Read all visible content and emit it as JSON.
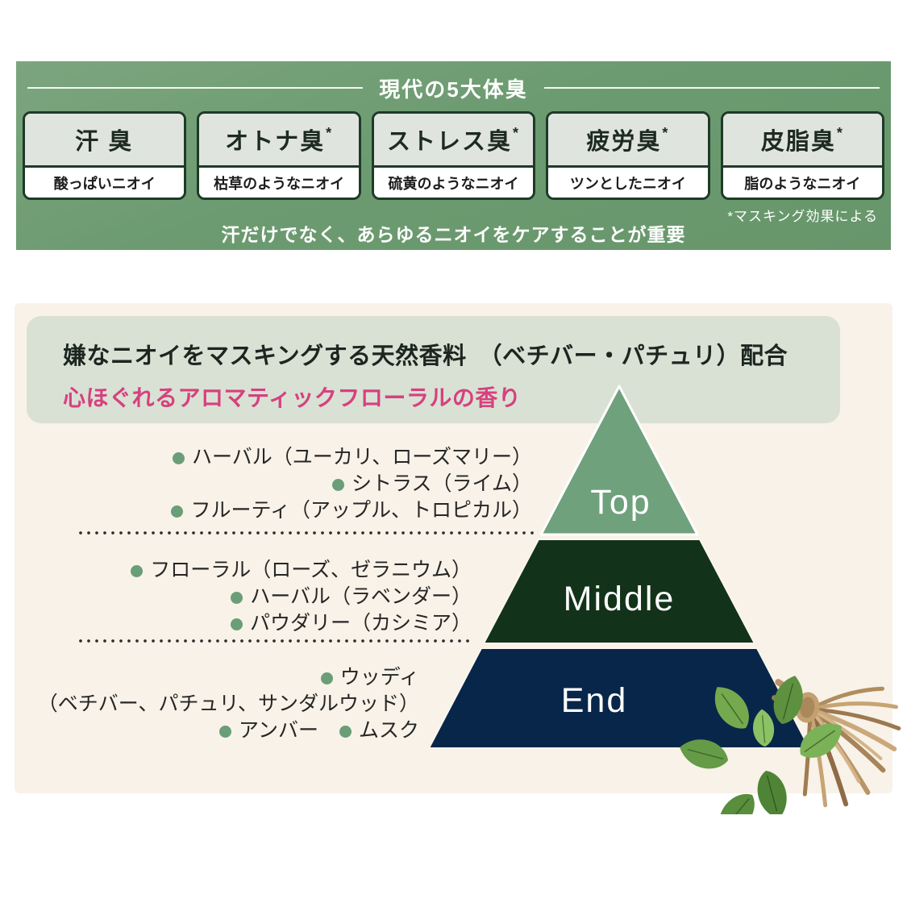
{
  "top_banner": {
    "title": "現代の5大体臭",
    "odors": [
      {
        "name": "汗 臭",
        "asterisk": "",
        "desc": "酸っぱいニオイ"
      },
      {
        "name": "オトナ臭",
        "asterisk": "*",
        "desc": "枯草のようなニオイ"
      },
      {
        "name": "ストレス臭",
        "asterisk": "*",
        "desc": "硫黄のようなニオイ"
      },
      {
        "name": "疲労臭",
        "asterisk": "*",
        "desc": "ツンとしたニオイ"
      },
      {
        "name": "皮脂臭",
        "asterisk": "*",
        "desc": "脂のようなニオイ"
      }
    ],
    "footnote": "*マスキング効果による",
    "message": "汗だけでなく、あらゆるニオイをケアすることが重要",
    "background_color": "#6e9c72"
  },
  "fragrance_panel": {
    "headline": "嫌なニオイをマスキングする天然香料　（ベチバー・パチュリ）配合",
    "subheadline": "心ほぐれるアロマティックフローラルの香り",
    "subheadline_color": "#d6417e",
    "bullet_color": "#6a9e78",
    "pyramid": {
      "levels": [
        {
          "label": "Top",
          "color": "#6fa17c"
        },
        {
          "label": "Middle",
          "color": "#12331a"
        },
        {
          "label": "End",
          "color": "#08264a"
        }
      ]
    },
    "notes": {
      "top": [
        "ハーバル（ユーカリ、ローズマリー）",
        "シトラス（ライム）",
        "フルーティ（アップル、トロピカル）"
      ],
      "middle": [
        "フローラル（ローズ、ゼラニウム）",
        "ハーバル（ラベンダー）",
        "パウダリー（カシミア）"
      ],
      "end": [
        "ウッディ",
        "（ベチバー、パチュリ、サンダルウッド）"
      ],
      "end_inline": [
        "アンバー",
        "ムスク"
      ]
    },
    "images": {
      "leaves": "patchouli-leaves",
      "roots": "vetiver-root-bundle"
    }
  }
}
